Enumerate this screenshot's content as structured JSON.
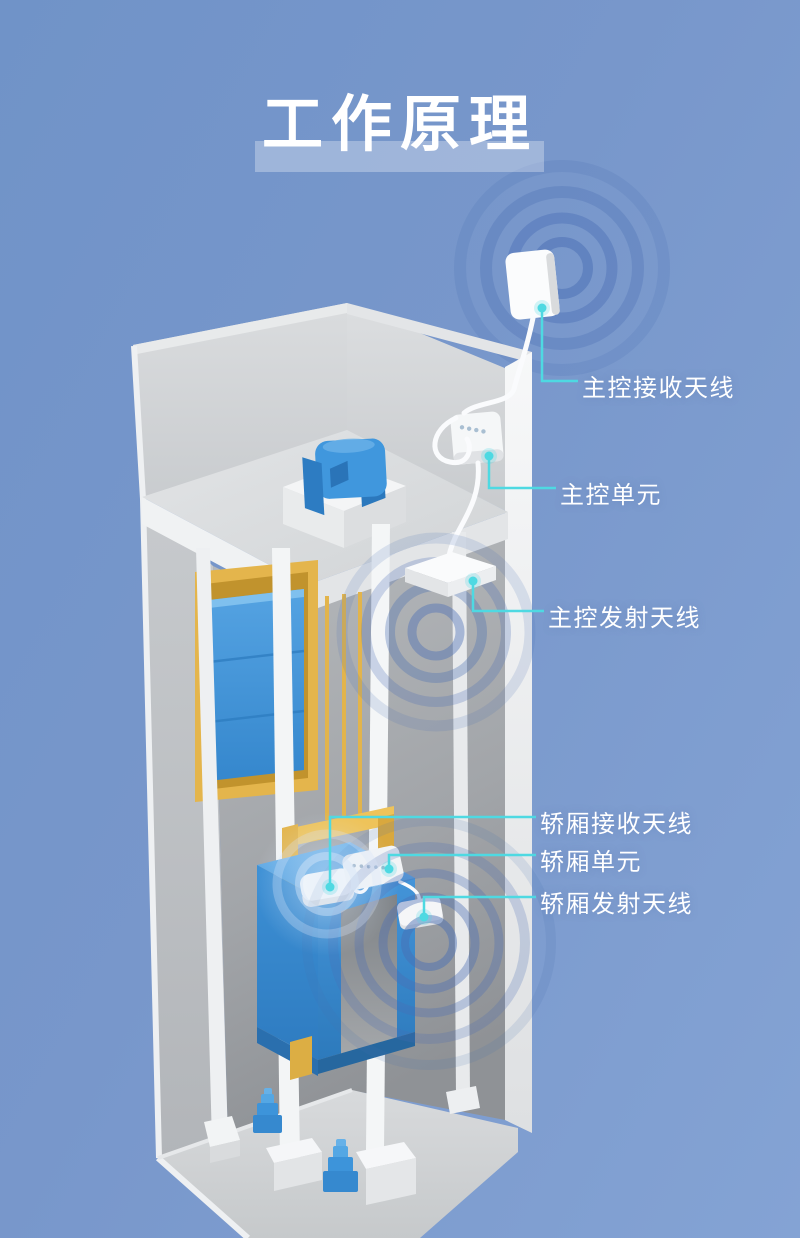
{
  "title": "工作原理",
  "labels": {
    "main_receive_antenna": "主控接收天线",
    "main_control_unit": "主控单元",
    "main_transmit_antenna": "主控发射天线",
    "car_receive_antenna": "轿厢接收天线",
    "car_unit": "轿厢单元",
    "car_transmit_antenna": "轿厢发射天线"
  },
  "colors": {
    "background_top": "#7093c8",
    "background_bottom": "#84a3d4",
    "leader_accent": "#4ed9e2",
    "label_text": "#ffffff",
    "title_band": "rgba(255,255,255,0.30)",
    "car_blue": "#3e92d8",
    "frame_yellow": "#e3b54c",
    "shaft_gray": "#d2d5d8",
    "device_white": "#f6f7f8",
    "ripple_blue": "#4a6eb4"
  }
}
